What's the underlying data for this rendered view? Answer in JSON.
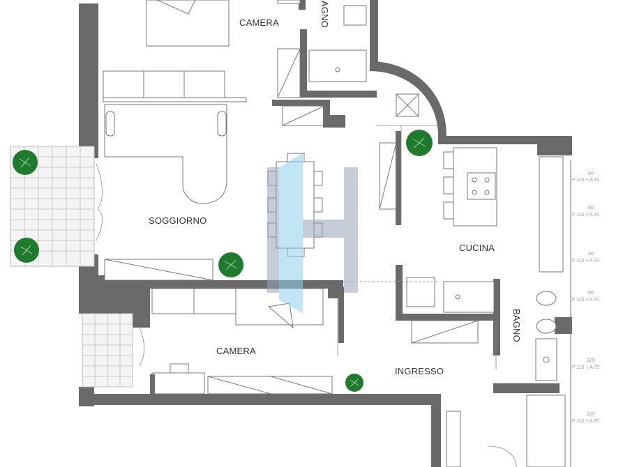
{
  "plan": {
    "rooms": {
      "camera_top": "CAMERA",
      "bagno_top": "BAGNO",
      "soggiorno": "SOGGIORNO",
      "cucina": "CUCINA",
      "camera_bottom": "CAMERA",
      "ingresso": "INGRESSO",
      "bagno_right": "BAGNO"
    },
    "dimensions": {
      "d1": "60",
      "d1b": "F 115 + A 70",
      "d2": "60",
      "d2b": "F 115 + A 70",
      "d3": "60",
      "d3b": "F 115 + A 70",
      "d4": "90",
      "d4b": "F 115 + A 70",
      "d5": "120",
      "d5b": "F 115 + A 70",
      "d6": "120",
      "d6b": "F 115 + A 70"
    },
    "colors": {
      "wall": "#6a6a6a",
      "plant": "#1f7a2e",
      "watermark_blue": "#8fd0ee",
      "watermark_grey": "#9aa4bb"
    },
    "watermark_icon": "h-logo-icon"
  }
}
